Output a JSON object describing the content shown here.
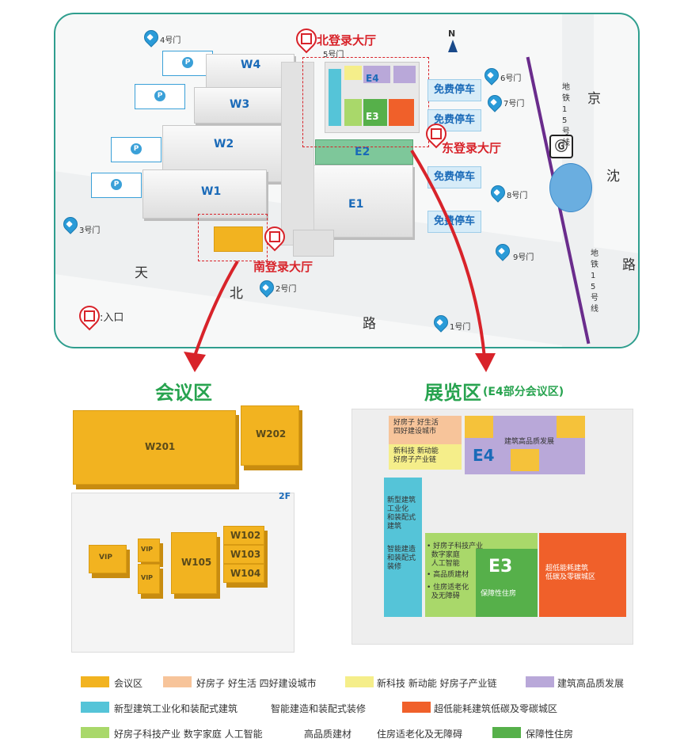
{
  "map": {
    "halls": {
      "w4": "W4",
      "w3": "W3",
      "w2": "W2",
      "w1": "W1",
      "e4": "E4",
      "e3": "E3",
      "e2": "E2",
      "e1": "E1"
    },
    "gates": {
      "g1": "1号门",
      "g2": "2号门",
      "g3": "3号门",
      "g4": "4号门",
      "g5": "5号门",
      "g6": "6号门",
      "g7": "7号门",
      "g8": "8号门",
      "g9": "9号门"
    },
    "free_parking": "免费停车",
    "park_symbol": "P",
    "north_hall": "北登录大厅",
    "east_hall": "东登录大厅",
    "south_hall": "南登录大厅",
    "entrance_legend": ":入口",
    "compass": "N",
    "roads": {
      "tian": "天",
      "bei": "北",
      "lu": "路",
      "jing": "京",
      "shen": "沈",
      "lu2": "路"
    },
    "metro": [
      "地",
      "铁",
      "1",
      "5",
      "号",
      "线"
    ],
    "metro2": [
      "地",
      "铁",
      "1",
      "5",
      "号",
      "线"
    ]
  },
  "sections": {
    "meeting_title": "会议区",
    "exhibit_title": "展览区",
    "exhibit_sub": "(E4部分会议区)"
  },
  "meeting": {
    "w201": "W201",
    "w202": "W202",
    "floor": "2F",
    "w102": "W102",
    "w103": "W103",
    "w104": "W104",
    "w105": "W105",
    "vip1": "VIP",
    "vip2": "VIP",
    "vip3": "VIP"
  },
  "exhibit": {
    "z_haofangzi": "好房子 好生活\n四好建设城市",
    "z_xinkeji": "新科技 新动能\n好房子产业链",
    "z_jianzhu": "建筑高品质发展",
    "e4": "E4",
    "z_xinxing": "新型建筑\n工业化\n和装配式\n建筑",
    "z_zhineng": "智能建造\n和装配式\n装修",
    "z_keji": "• 好房子科技产业\n  数字家庭\n  人工智能",
    "z_gaopin": "• 高品质建材",
    "z_laonian": "• 住房适老化\n  及无障碍",
    "e3": "E3",
    "z_baozhang": "保障性住房",
    "z_chaodi": "超低能耗建筑\n低碳及零碳城区"
  },
  "legend": [
    {
      "label": "会议区",
      "color": "#f2b320"
    },
    {
      "label": "好房子 好生活 四好建设城市",
      "color": "#f7c49a"
    },
    {
      "label": "新科技 新动能 好房子产业链",
      "color": "#f5ee8a"
    },
    {
      "label": "建筑高品质发展",
      "color": "#b9a8d9"
    },
    {
      "label": "新型建筑工业化和装配式建筑",
      "color": "#55c4d8"
    },
    {
      "label": "智能建造和装配式装修",
      "color": "#ffffff"
    },
    {
      "label": "超低能耗建筑低碳及零碳城区",
      "color": "#f0602a"
    },
    {
      "label": "好房子科技产业 数字家庭 人工智能",
      "color": "#a9d86a"
    },
    {
      "label": "高品质建材",
      "color": "#ffffff"
    },
    {
      "label": "住房适老化及无障碍",
      "color": "#ffffff"
    },
    {
      "label": "保障性住房",
      "color": "#56b04a"
    }
  ]
}
